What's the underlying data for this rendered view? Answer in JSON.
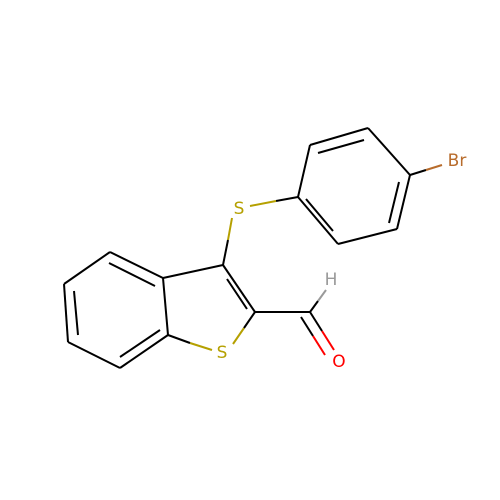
{
  "molecule": {
    "atoms": {
      "sulfur_thioether": {
        "label": "S",
        "color": "#b5a000"
      },
      "sulfur_ring": {
        "label": "S",
        "color": "#b5a000"
      },
      "bromine": {
        "label": "Br",
        "color": "#b86c2c"
      },
      "oxygen": {
        "label": "O",
        "color": "#ff0000"
      },
      "hydrogen": {
        "label": "H",
        "color": "#9a9a9a"
      }
    },
    "bond_color": "#000000"
  }
}
